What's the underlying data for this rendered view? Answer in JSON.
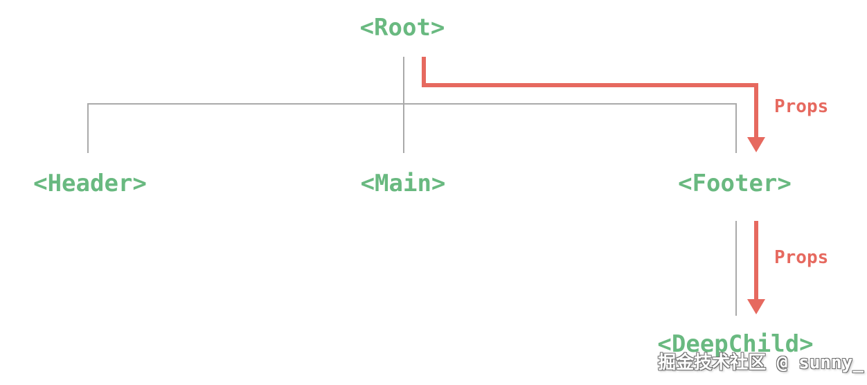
{
  "diagram": {
    "nodes": {
      "root": {
        "label": "<Root>"
      },
      "header": {
        "label": "<Header>"
      },
      "main": {
        "label": "<Main>"
      },
      "footer": {
        "label": "<Footer>"
      },
      "deepchild": {
        "label": "<DeepChild>"
      }
    },
    "arrows": {
      "root_to_footer": {
        "label": "Props"
      },
      "footer_to_deepchild": {
        "label": "Props"
      }
    }
  },
  "watermark": {
    "text": "掘金技术社区 @ sunny_"
  },
  "colors": {
    "background": "#ffffff",
    "node_green": "#69b980",
    "arrow_red": "#e6695f",
    "line_gray": "#a9a9a9",
    "watermark_fill": "#ffffff",
    "watermark_outline": "#6e6e6e"
  }
}
